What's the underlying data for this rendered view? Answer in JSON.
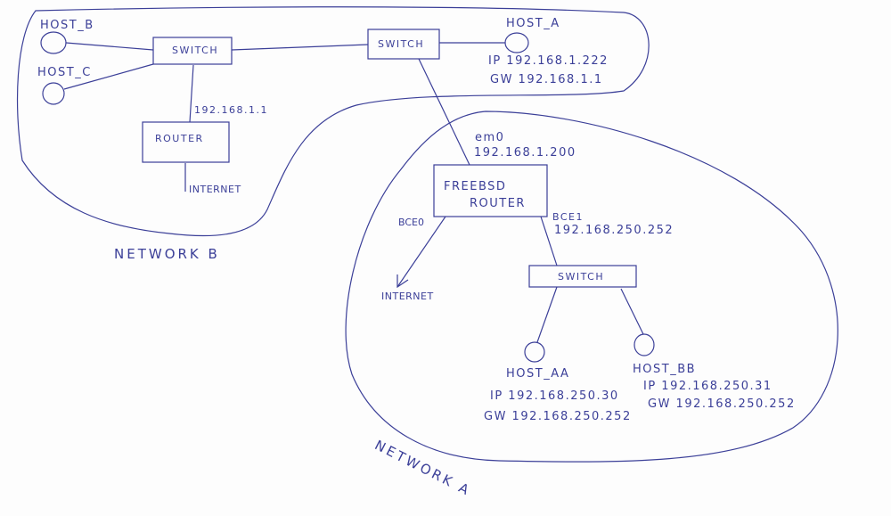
{
  "colors": {
    "ink": "#3b3f98",
    "paper": "#fdfdfd"
  },
  "network_b": {
    "label": "NETWORK B",
    "host_b": "HOST_B",
    "host_c": "HOST_C",
    "switch_1": "SWITCH",
    "switch_2": "SWITCH",
    "router": "ROUTER",
    "router_ip": "192.168.1.1",
    "internet": "INTERNET",
    "host_a": {
      "name": "HOST_A",
      "ip": "IP 192.168.1.222",
      "gw": "GW 192.168.1.1"
    }
  },
  "network_a": {
    "label": "NETWORK A",
    "freebsd_router": {
      "line1": "FREEBSD",
      "line2": "ROUTER"
    },
    "em0": {
      "name": "em0",
      "ip": "192.168.1.200"
    },
    "bce0": "BCE0",
    "bce1": {
      "name": "BCE1",
      "ip": "192.168.250.252"
    },
    "internet": "INTERNET",
    "switch": "SWITCH",
    "host_aa": {
      "name": "HOST_AA",
      "ip": "IP 192.168.250.30",
      "gw": "GW 192.168.250.252"
    },
    "host_bb": {
      "name": "HOST_BB",
      "ip": "IP 192.168.250.31",
      "gw": "GW 192.168.250.252"
    }
  }
}
